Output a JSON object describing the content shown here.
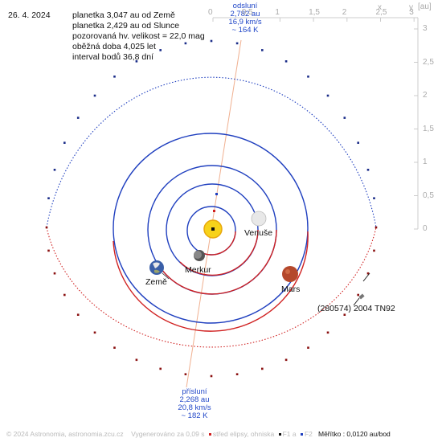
{
  "header": {
    "date": "26. 4. 2024",
    "lines": [
      "planetka 3,047 au od Země",
      "planetka 2,429 au od Slunce",
      "pozorovaná hv. velikost = 22,0 mag",
      "oběžná doba 4,025 let",
      "interval bodů 36,8 dní"
    ]
  },
  "labels": {
    "venus": "Venuše",
    "mercury": "Merkur",
    "earth": "Země",
    "mars": "Mars",
    "asteroid": "(280574) 2004 TN92"
  },
  "aphelion": {
    "title": "odsluní",
    "dist": "2,782 au",
    "speed": "16,9 km/s",
    "temp": "~ 164 K"
  },
  "perihelion": {
    "title": "přísluní",
    "dist": "2,268 au",
    "speed": "20,8 km/s",
    "temp": "~ 182 K"
  },
  "axes": {
    "x_label": "x",
    "y_label": "y",
    "unit": "[au]",
    "x_ticks": [
      "0",
      "0,5",
      "1",
      "1,5",
      "2",
      "2,5",
      "3"
    ],
    "y_ticks": [
      "3",
      "2,5",
      "2",
      "1,5",
      "1",
      "0,5",
      "0"
    ]
  },
  "footer": {
    "copyright": "© 2024 Astronomia, astronomia.zcu.cz",
    "generated": "Vygenerováno za 0,09 s",
    "legend_center": "střed elipsy, ohniska",
    "legend_f1": "F1 a",
    "legend_f2": "F2",
    "scale": "Měřítko : 0,0120 au/bod"
  },
  "colors": {
    "orbit_blue": "#1f3fbf",
    "orbit_red": "#d02020",
    "apsis_line": "#f0b090",
    "sun": "#f7d21a",
    "mars": "#b5482c",
    "axis_gray": "#bbbbbb"
  }
}
